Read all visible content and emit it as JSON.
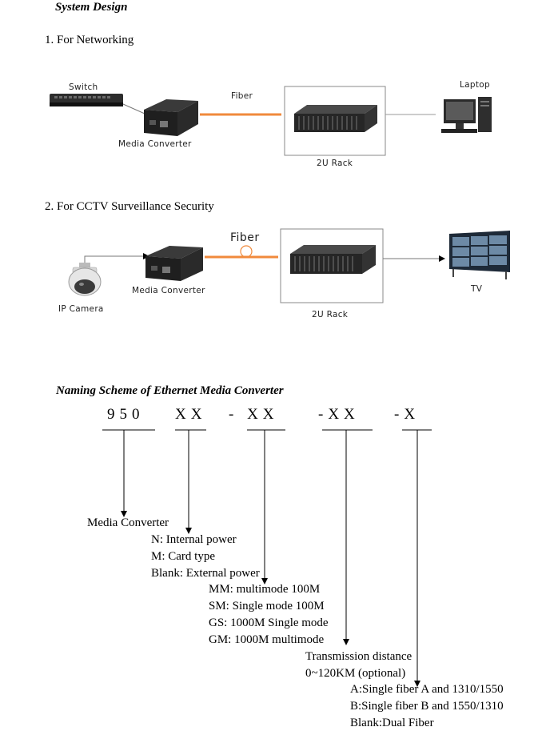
{
  "headings": {
    "system_design": "System Design",
    "networking": "1. For Networking",
    "cctv": "2. For CCTV Surveillance Security",
    "naming": "Naming Scheme of Ethernet Media Converter"
  },
  "networking_diagram": {
    "switch": "Switch",
    "fiber": "Fiber",
    "laptop": "Laptop",
    "media_converter": "Media Converter",
    "rack": "2U Rack"
  },
  "cctv_diagram": {
    "fiber": "Fiber",
    "tv": "TV",
    "media_converter": "Media Converter",
    "ip_camera": "IP Camera",
    "rack": "2U Rack"
  },
  "naming_scheme": {
    "code_parts": [
      "950",
      "XX",
      "- XX",
      "-XX",
      "-X"
    ],
    "groups": {
      "g1": [
        "Media Converter"
      ],
      "g2": [
        "N: Internal power",
        "M: Card type",
        "Blank: External power"
      ],
      "g3": [
        "MM: multimode 100M",
        "SM: Single mode 100M",
        "GS: 1000M Single mode",
        "GM: 1000M multimode"
      ],
      "g4": [
        "Transmission distance",
        "0~120KM (optional)"
      ],
      "g5": [
        "A:Single fiber A and 1310/1550",
        "B:Single fiber B and 1550/1310",
        "Blank:Dual Fiber"
      ]
    }
  },
  "colors": {
    "fiber": "#f08a3c",
    "line": "#000000",
    "device": "#2b2b2b"
  }
}
